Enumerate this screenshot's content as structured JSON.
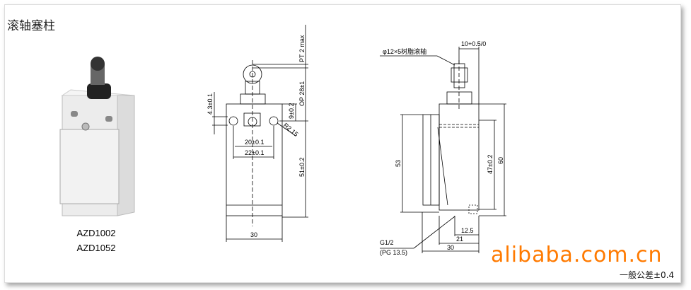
{
  "title": "滚轴塞柱",
  "product": {
    "models": [
      "AZD1002",
      "AZD1052"
    ],
    "photo": "limit-switch-photo"
  },
  "front_view": {
    "dims": {
      "pt": "PT 2 max",
      "op": "OP 28±1",
      "h51": "51±0.2",
      "h9": "9±0.2",
      "w20": "20±0.1",
      "w22": "22±0.1",
      "d43": "4.3±0.1",
      "r": "R2.15",
      "w30": "30"
    }
  },
  "side_view": {
    "roller_label": "φ12×5树脂滚轴",
    "dims": {
      "w10": "10+0.5/0",
      "h53": "53",
      "h47": "47±0.2",
      "h60": "60",
      "w125": "12.5",
      "w21": "21",
      "w30": "30"
    },
    "thread": [
      "G1/2",
      "(PG  13.5)"
    ]
  },
  "watermark": "alibaba.com.cn",
  "tolerance_note": "一般公差±0.4"
}
